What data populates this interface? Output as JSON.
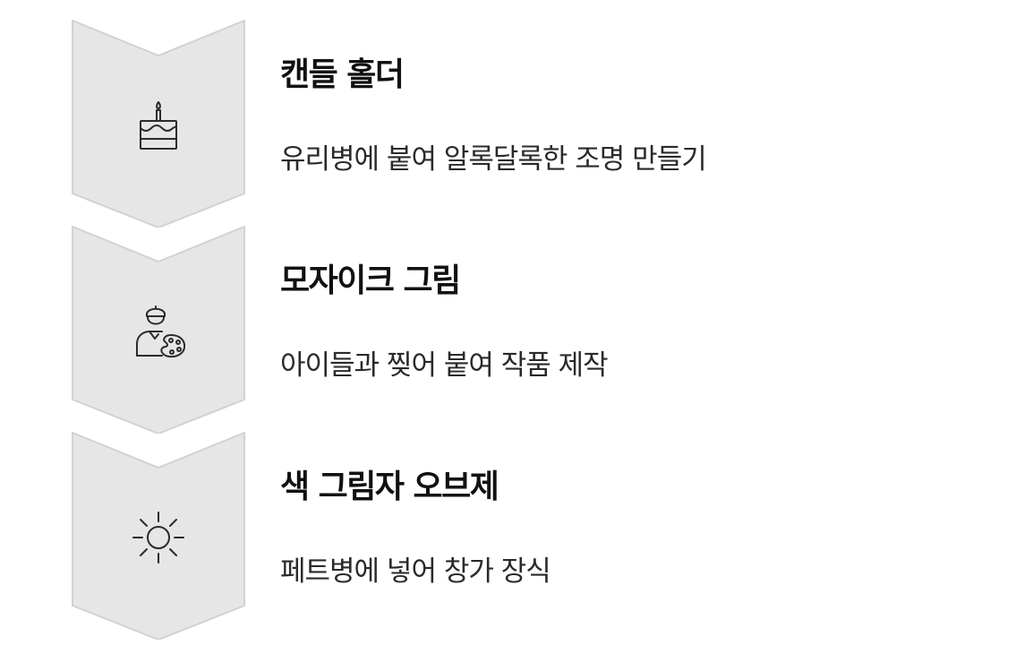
{
  "steps": [
    {
      "title": "캔들 홀더",
      "description": "유리병에 붙여 알록달록한 조명 만들기",
      "icon": "birthday-cake-icon"
    },
    {
      "title": "모자이크 그림",
      "description": "아이들과 찢어 붙여 작품 제작",
      "icon": "painter-palette-icon"
    },
    {
      "title": "색 그림자 오브제",
      "description": "페트병에 넣어 창가 장식",
      "icon": "sun-icon"
    }
  ],
  "colors": {
    "chevron_fill": "#e6e6e6",
    "chevron_stroke": "#d2d2d2",
    "icon_stroke": "#2b2b2b",
    "title": "#111111",
    "description": "#2a2a2a"
  }
}
